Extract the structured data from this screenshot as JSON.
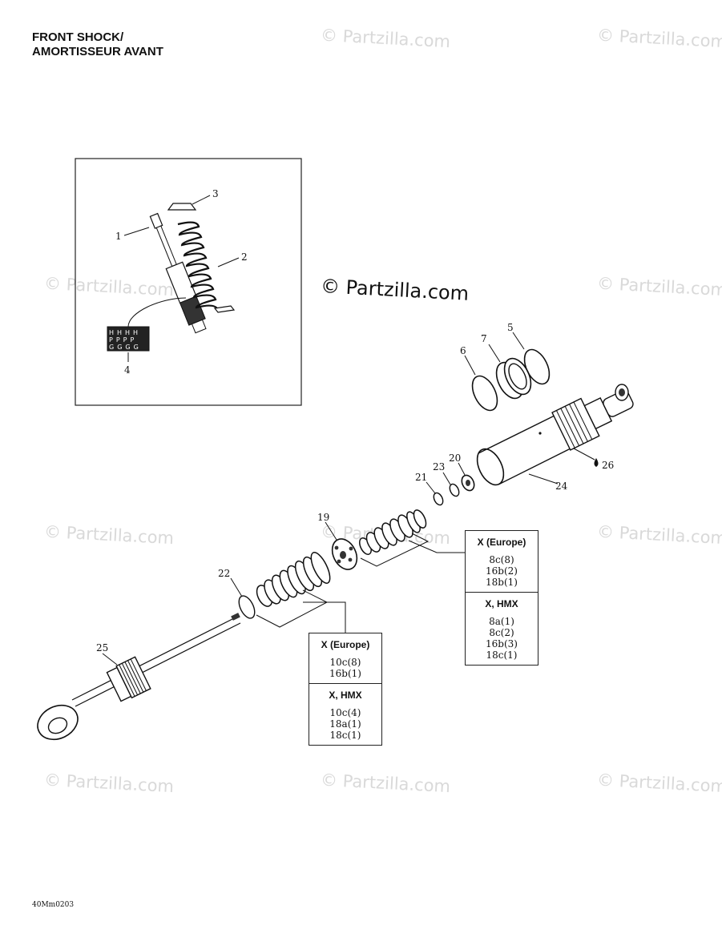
{
  "title": {
    "line1": "FRONT SHOCK/",
    "line2": "AMORTISSEUR AVANT"
  },
  "watermark": {
    "small": "© Partzilla.com",
    "main": "© Partzilla.com"
  },
  "inset_labels": [
    "1",
    "2",
    "3",
    "4"
  ],
  "inset_decal": "HPG",
  "part_labels": {
    "p5": "5",
    "p6": "6",
    "p7": "7",
    "p19": "19",
    "p20": "20",
    "p21": "21",
    "p22": "22",
    "p23": "23",
    "p24": "24",
    "p25": "25",
    "p26": "26"
  },
  "table_right": {
    "sections": [
      {
        "header": "X (Europe)",
        "rows": [
          "8c(8)",
          "16b(2)",
          "18b(1)"
        ]
      },
      {
        "header": "X, HMX",
        "rows": [
          "8a(1)",
          "8c(2)",
          "16b(3)",
          "18c(1)"
        ]
      }
    ]
  },
  "table_left": {
    "sections": [
      {
        "header": "X (Europe)",
        "rows": [
          "10c(8)",
          "16b(1)"
        ]
      },
      {
        "header": "X, HMX",
        "rows": [
          "10c(4)",
          "18a(1)",
          "18c(1)"
        ]
      }
    ]
  },
  "doc_code": "40Mm0203"
}
